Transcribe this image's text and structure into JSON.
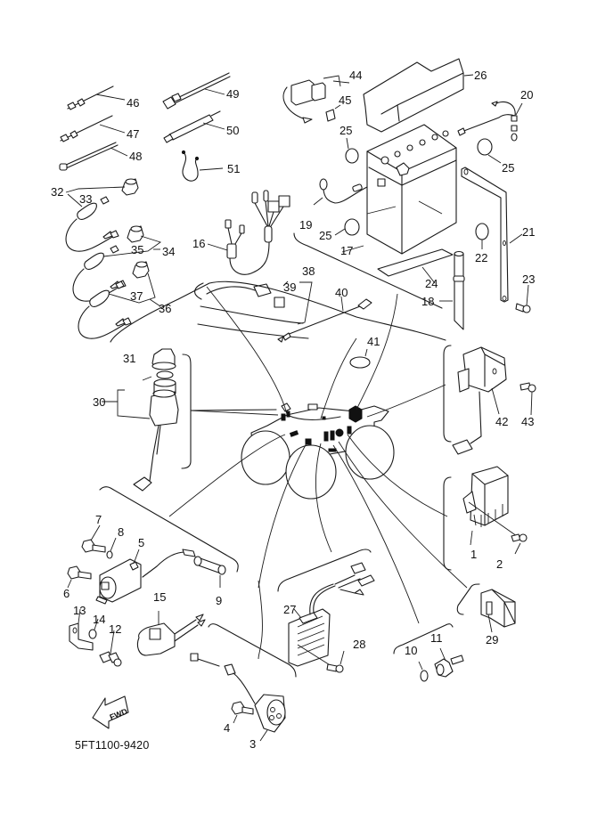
{
  "diagram": {
    "title": "Electrical 1",
    "drawing_code": "5FT1100-9420",
    "direction_marker": "FWD",
    "colors": {
      "line": "#1a1a1a",
      "background": "#ffffff"
    },
    "callouts": [
      {
        "id": "1",
        "label": "1"
      },
      {
        "id": "2",
        "label": "2"
      },
      {
        "id": "3",
        "label": "3"
      },
      {
        "id": "4",
        "label": "4"
      },
      {
        "id": "5",
        "label": "5"
      },
      {
        "id": "6",
        "label": "6"
      },
      {
        "id": "7",
        "label": "7"
      },
      {
        "id": "8",
        "label": "8"
      },
      {
        "id": "9",
        "label": "9"
      },
      {
        "id": "10",
        "label": "10"
      },
      {
        "id": "11",
        "label": "11"
      },
      {
        "id": "12",
        "label": "12"
      },
      {
        "id": "13",
        "label": "13"
      },
      {
        "id": "14",
        "label": "14"
      },
      {
        "id": "15",
        "label": "15"
      },
      {
        "id": "16",
        "label": "16"
      },
      {
        "id": "17",
        "label": "17"
      },
      {
        "id": "18",
        "label": "18"
      },
      {
        "id": "19",
        "label": "19"
      },
      {
        "id": "20",
        "label": "20"
      },
      {
        "id": "21",
        "label": "21"
      },
      {
        "id": "22",
        "label": "22"
      },
      {
        "id": "23",
        "label": "23"
      },
      {
        "id": "24",
        "label": "24"
      },
      {
        "id": "25a",
        "label": "25"
      },
      {
        "id": "25b",
        "label": "25"
      },
      {
        "id": "25c",
        "label": "25"
      },
      {
        "id": "26",
        "label": "26"
      },
      {
        "id": "27",
        "label": "27"
      },
      {
        "id": "28",
        "label": "28"
      },
      {
        "id": "29",
        "label": "29"
      },
      {
        "id": "30",
        "label": "30"
      },
      {
        "id": "31",
        "label": "31"
      },
      {
        "id": "32",
        "label": "32"
      },
      {
        "id": "33",
        "label": "33"
      },
      {
        "id": "34",
        "label": "34"
      },
      {
        "id": "35",
        "label": "35"
      },
      {
        "id": "36",
        "label": "36"
      },
      {
        "id": "37",
        "label": "37"
      },
      {
        "id": "38",
        "label": "38"
      },
      {
        "id": "39",
        "label": "39"
      },
      {
        "id": "40",
        "label": "40"
      },
      {
        "id": "41",
        "label": "41"
      },
      {
        "id": "42",
        "label": "42"
      },
      {
        "id": "43",
        "label": "43"
      },
      {
        "id": "44",
        "label": "44"
      },
      {
        "id": "45",
        "label": "45"
      },
      {
        "id": "46",
        "label": "46"
      },
      {
        "id": "47",
        "label": "47"
      },
      {
        "id": "48",
        "label": "48"
      },
      {
        "id": "49",
        "label": "49"
      },
      {
        "id": "50",
        "label": "50"
      },
      {
        "id": "51",
        "label": "51"
      }
    ]
  }
}
